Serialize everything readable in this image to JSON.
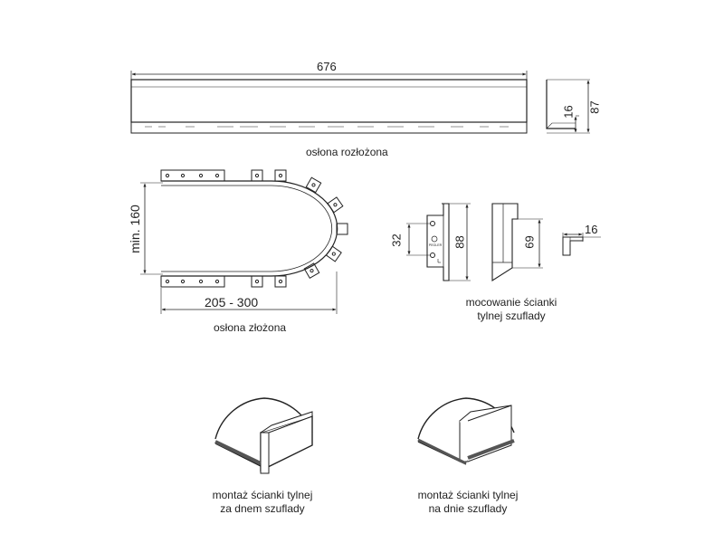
{
  "top_view": {
    "length": "676",
    "width_outer": "87",
    "width_inner": "16",
    "caption": "osłona rozłożona"
  },
  "folded_view": {
    "height": "min. 160",
    "range": "205 - 300",
    "caption": "osłona złożona"
  },
  "bracket_view": {
    "dim_32": "32",
    "dim_88": "88",
    "dim_69": "69",
    "dim_16": "16",
    "logo_text": "PEGLER",
    "caption_line1": "mocowanie ścianki",
    "caption_line2": "tylnej szuflady"
  },
  "mount_bottom": {
    "caption_line1": "montaż ścianki tylnej",
    "caption_line2": "za dnem szuflady"
  },
  "mount_on_bottom": {
    "caption_line1": "montaż ścianki tylnej",
    "caption_line2": "na dnie szuflady"
  }
}
